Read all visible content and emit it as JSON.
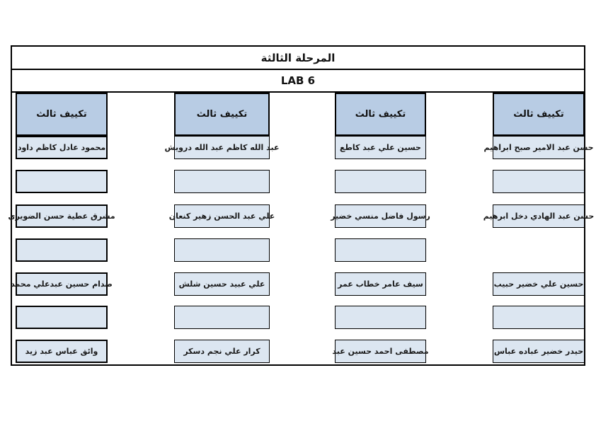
{
  "page": {
    "title": "المرحلة الثالثة",
    "subtitle": "LAB 6"
  },
  "colors": {
    "header_box_bg": "#b8cce4",
    "name_box_bg": "#dce6f1",
    "border": "#000000",
    "page_bg": "#ffffff"
  },
  "columns": [
    {
      "header": "تكييف ثالث",
      "cells": [
        {
          "kind": "name",
          "text": "محمود عادل كاظم داود"
        },
        {
          "kind": "empty"
        },
        {
          "kind": "name",
          "text": "مشرق عطية حسن الضويري"
        },
        {
          "kind": "empty"
        },
        {
          "kind": "name",
          "text": "صدام حسين عبدعلي محمد"
        },
        {
          "kind": "empty"
        },
        {
          "kind": "name",
          "text": "وائق عباس عبد زيد"
        }
      ]
    },
    {
      "header": "تكييف ثالث",
      "cells": [
        {
          "kind": "name",
          "text": "عبد الله كاظم عبد الله درويش"
        },
        {
          "kind": "empty"
        },
        {
          "kind": "name",
          "text": "علي عبد الحسن زهير كنعان"
        },
        {
          "kind": "empty"
        },
        {
          "kind": "name",
          "text": "علي عبيد حسين شلش"
        },
        {
          "kind": "empty"
        },
        {
          "kind": "name",
          "text": "كرار علي نجم دسكر"
        }
      ]
    },
    {
      "header": "تكييف ثالث",
      "cells": [
        {
          "kind": "name",
          "text": "حسين علي عبد كاطع"
        },
        {
          "kind": "empty"
        },
        {
          "kind": "name",
          "text": "رسول فاضل منسي خضير"
        },
        {
          "kind": "empty"
        },
        {
          "kind": "name",
          "text": "سيف عامر خطاب عمر"
        },
        {
          "kind": "empty"
        },
        {
          "kind": "name",
          "text": "مصطفى احمد حسين عبد"
        }
      ]
    },
    {
      "header": "تكييف ثالث",
      "cells": [
        {
          "kind": "name",
          "text": "حسن عبد الامير صبح ابراهيم"
        },
        {
          "kind": "empty"
        },
        {
          "kind": "name",
          "text": "حسن عبد الهادي دخل ابرهيم"
        },
        {
          "kind": "none"
        },
        {
          "kind": "name",
          "text": "حسين علي خضير حبيب"
        },
        {
          "kind": "empty"
        },
        {
          "kind": "name",
          "text": "حيدر خضير عباده عباس"
        }
      ]
    }
  ]
}
